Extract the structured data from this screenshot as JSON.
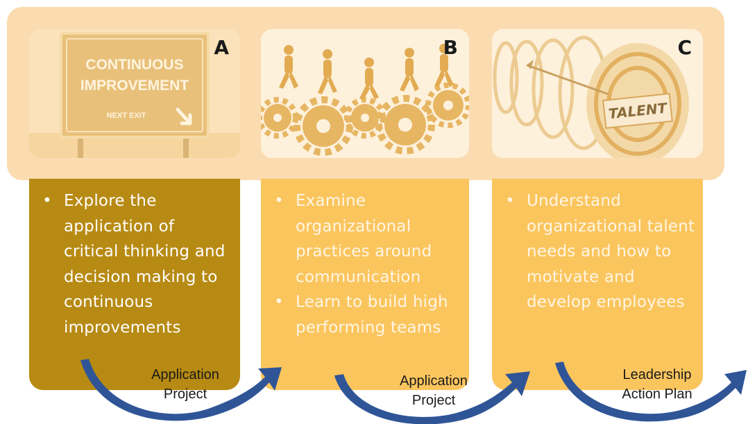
{
  "panels": [
    {
      "letter": "A",
      "sign": {
        "line1": "CONTINUOUS",
        "line2": "IMPROVEMENT",
        "line3": "NEXT EXIT"
      },
      "bullets": [
        "Explore the application of critical thinking and decision making to continuous improvements"
      ]
    },
    {
      "letter": "B",
      "bullets": [
        "Examine organizational practices around communication",
        "Learn to build high performing teams"
      ]
    },
    {
      "letter": "C",
      "target_label": "TALENT",
      "bullets": [
        "Understand organizational talent needs and how to motivate and develop employees"
      ]
    }
  ],
  "connectors": [
    {
      "line1": "Application",
      "line2": "Project"
    },
    {
      "line1": "Application",
      "line2": "Project"
    },
    {
      "line1": "Leadership",
      "line2": "Action Plan"
    }
  ],
  "colors": {
    "band": "#fbdcb0",
    "card_a": "#b78a13",
    "card_b_c": "#fbc55e",
    "arrow": "#2f5597"
  }
}
